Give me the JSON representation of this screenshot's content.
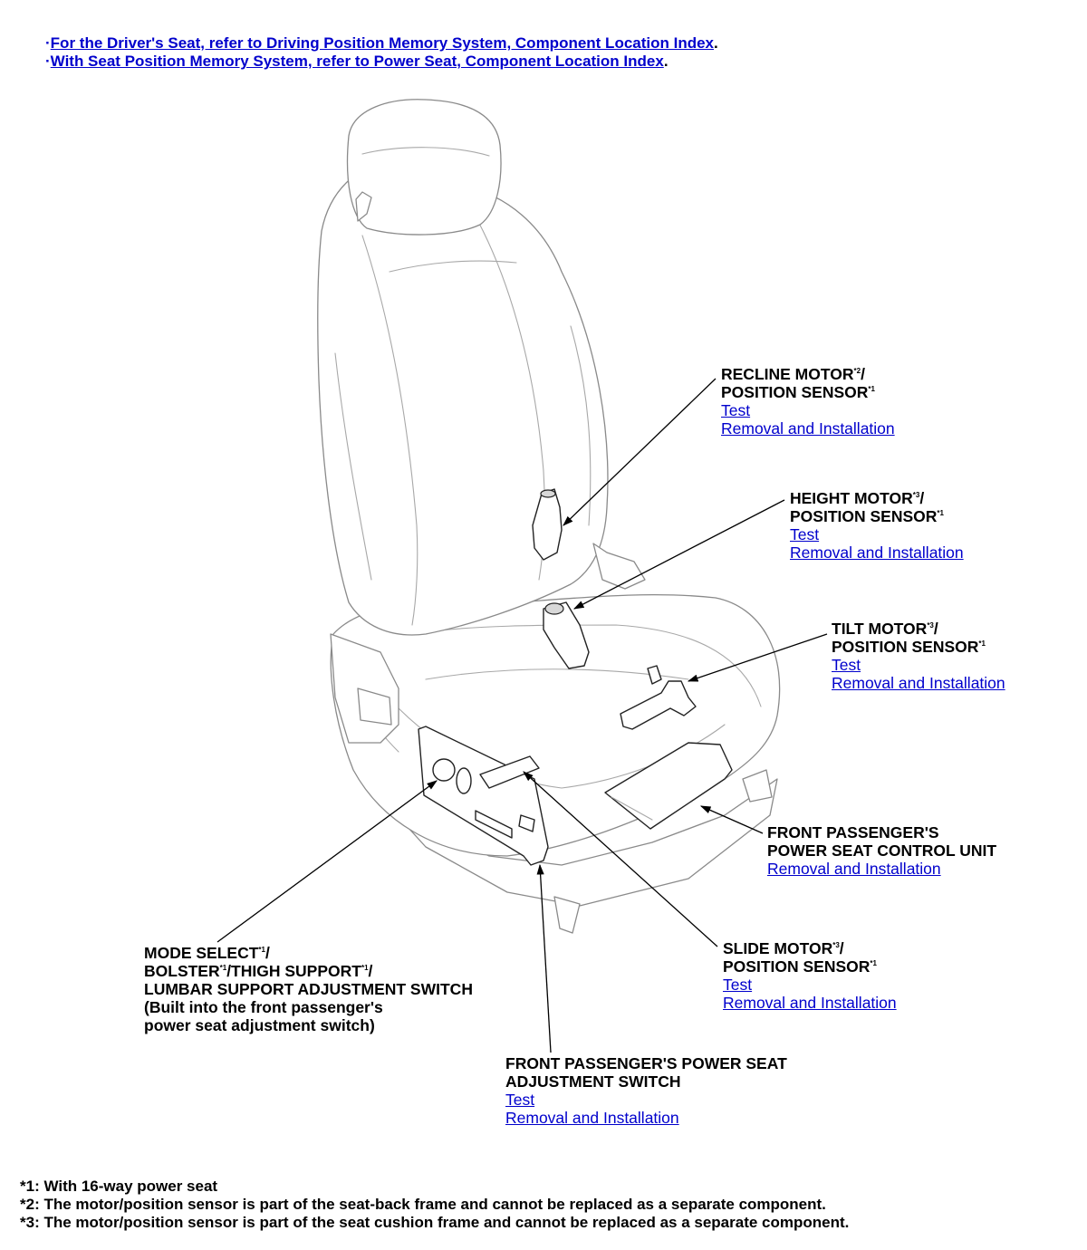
{
  "top_links": [
    {
      "bullet": "·",
      "text": "For the Driver's Seat, refer to Driving Position Memory System, Component Location Index",
      "suffix": "."
    },
    {
      "bullet": "·",
      "text": "With Seat Position Memory System, refer to Power Seat, Component Location Index",
      "suffix": "."
    }
  ],
  "callouts": {
    "recline": {
      "line1": "RECLINE MOTOR",
      "sup1": "*2",
      "end1": "/",
      "line2": "POSITION SENSOR",
      "sup2": "*1",
      "links": [
        "Test",
        "Removal and Installation"
      ]
    },
    "height": {
      "line1": "HEIGHT MOTOR",
      "sup1": "*3",
      "end1": "/",
      "line2": "POSITION SENSOR",
      "sup2": "*1",
      "links": [
        "Test",
        "Removal and Installation"
      ]
    },
    "tilt": {
      "line1": "TILT MOTOR",
      "sup1": "*3",
      "end1": "/",
      "line2": "POSITION SENSOR",
      "sup2": "*1",
      "links": [
        "Test",
        "Removal and Installation"
      ]
    },
    "control_unit": {
      "line1": "FRONT PASSENGER'S",
      "line2": "POWER SEAT CONTROL UNIT",
      "links": [
        "Removal and Installation"
      ]
    },
    "slide": {
      "line1": "SLIDE MOTOR",
      "sup1": "*3",
      "end1": "/",
      "line2": "POSITION SENSOR",
      "sup2": "*1",
      "links": [
        "Test",
        "Removal and Installation"
      ]
    },
    "mode_select": {
      "l1a": "MODE SELECT",
      "l1sup": "*1",
      "l1end": "/",
      "l2a": "BOLSTER",
      "l2sup1": "*1",
      "l2b": "/THIGH SUPPORT",
      "l2sup2": "*1",
      "l2end": "/",
      "l3": "LUMBAR SUPPORT ADJUSTMENT SWITCH",
      "l4": "(Built into the front passenger's",
      "l5": "power seat adjustment switch)"
    },
    "adjust_switch": {
      "line1": "FRONT PASSENGER'S POWER SEAT",
      "line2": "ADJUSTMENT SWITCH",
      "links": [
        "Test",
        "Removal and Installation"
      ]
    }
  },
  "notes": [
    "*1: With 16-way power seat",
    "*2: The motor/position sensor is part of the seat-back frame and cannot be replaced as a separate component.",
    "*3: The motor/position sensor is part of the seat cushion frame and cannot be replaced as a separate component."
  ]
}
